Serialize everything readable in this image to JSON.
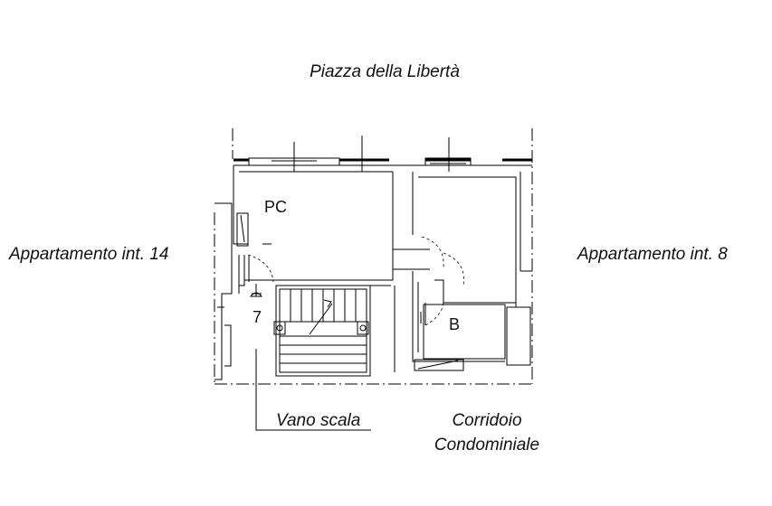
{
  "labels": {
    "street": "Piazza della Libertà",
    "left_unit": "Appartamento int. 14",
    "right_unit": "Appartamento int. 8",
    "room_pc": "PC",
    "room_b": "B",
    "number_7": "7",
    "stairwell": "Vano scala",
    "corridor_line1": "Corridoio",
    "corridor_line2": "Condominiale"
  }
}
